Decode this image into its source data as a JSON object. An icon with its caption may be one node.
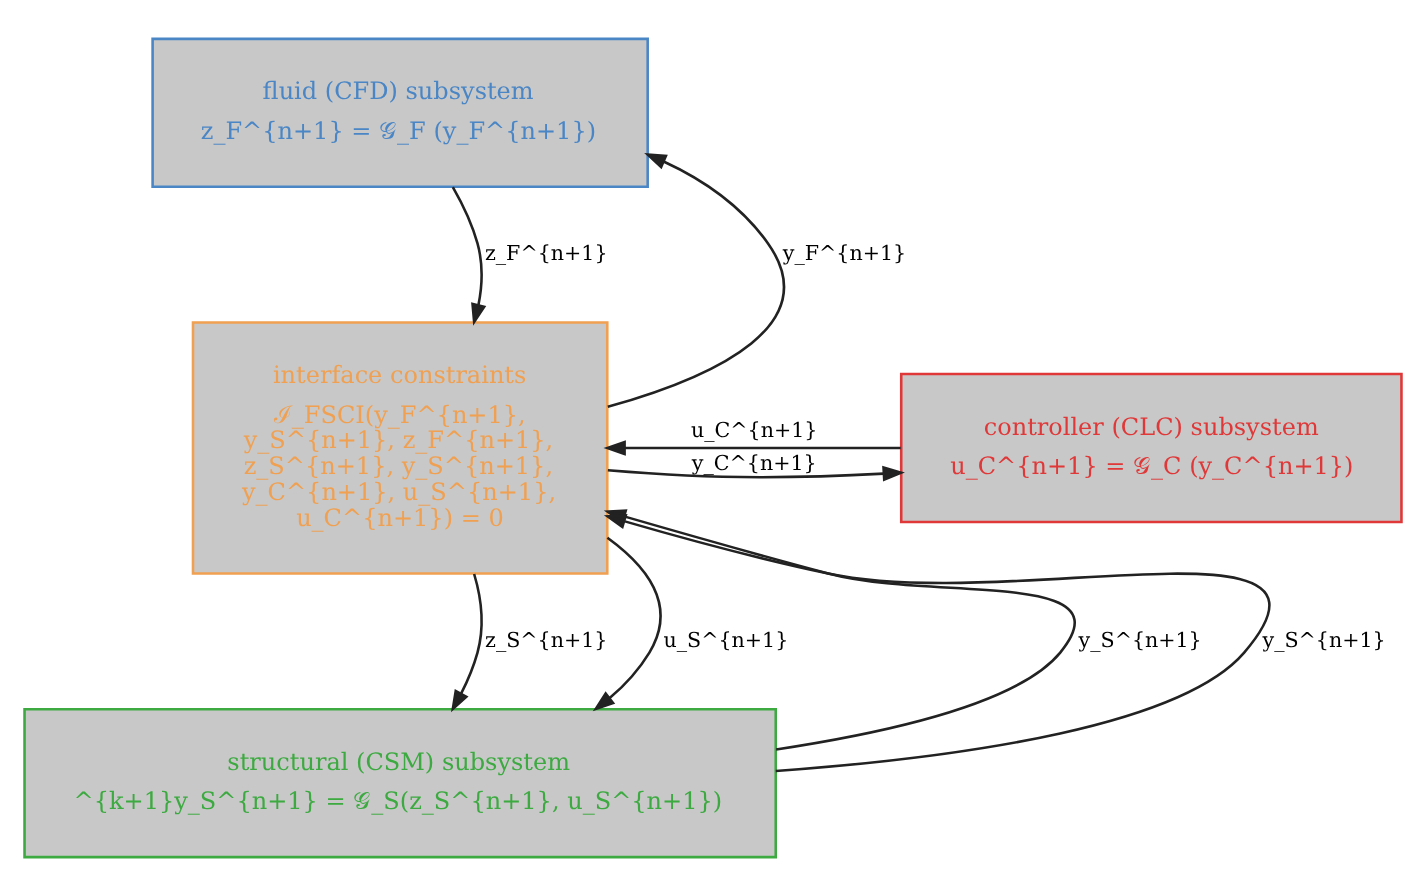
{
  "diagram": {
    "nodes": [
      {
        "text": [
          "fluid (CFD) subsystem",
          "z_F^{n+1} = 𝒢_F (y_F^{n+1})"
        ]
      },
      {
        "text": [
          "interface constraints",
          "ℐ_FSCI(y_F^{n+1}, y_S^{n+1}, z_F^{n+1}, z_S^{n+1}, y_S^{n+1}, y_C^{n+1}, u_S^{n+1}, u_C^{n+1}) = 0"
        ]
      },
      {
        "text": [
          "controller (CLC) subsystem",
          "u_C^{n+1} = 𝒢_C (y_C^{n+1})"
        ]
      },
      {
        "text": [
          "structural (CSM) subsystem",
          "^{k+1}y_S^{n+1} = 𝒢_S(z_S^{n+1}, u_S^{n+1})"
        ]
      }
    ],
    "edges": [
      {
        "from": 1,
        "to": 0,
        "arrow": "to",
        "label": "y_F^{n+1}"
      },
      {
        "from": 0,
        "to": 1,
        "arrow": "to",
        "label": "z_F^{n+1}"
      },
      {
        "from": 1,
        "to": 2,
        "arrow": "to",
        "label": "y_C^{n+1}"
      },
      {
        "from": 2,
        "to": 1,
        "arrow": "to",
        "label": "u_C^{n+1}"
      },
      {
        "from": 3,
        "to": 1,
        "arrow": "to",
        "label": "y_S^{n+1}"
      },
      {
        "from": 1,
        "to": 3,
        "arrow": "to",
        "label": "z_S^{n+1}"
      },
      {
        "from": 3,
        "to": 1,
        "arrow": "to",
        "label": "y_S^{n+1}"
      },
      {
        "from": 1,
        "to": 3,
        "arrow": "to",
        "label": "u_S^{n+1}"
      }
    ]
  }
}
